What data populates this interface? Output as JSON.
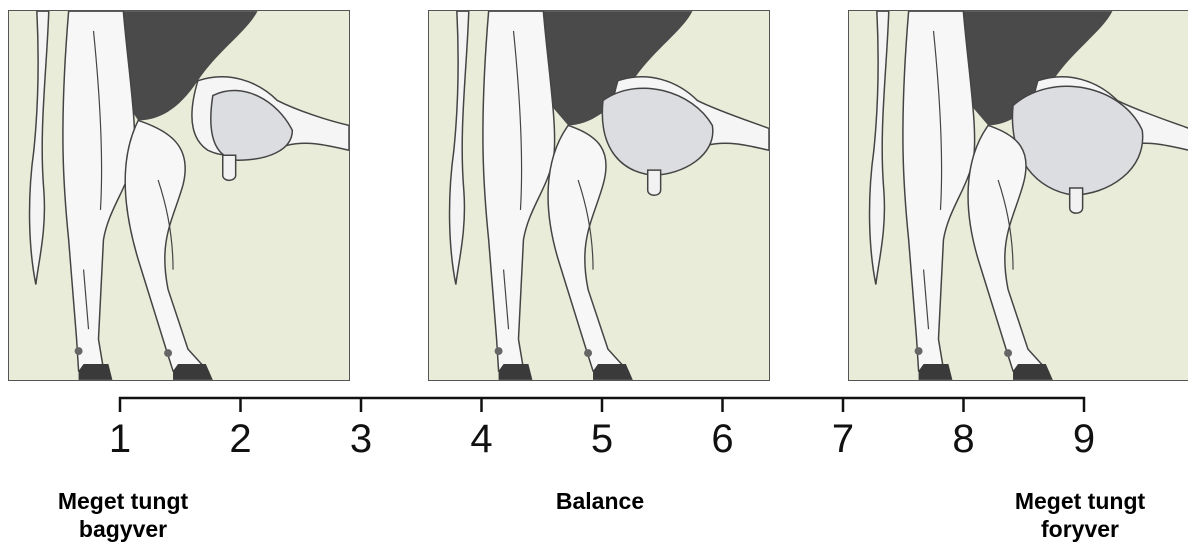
{
  "scale": {
    "ticks": [
      "1",
      "2",
      "3",
      "4",
      "5",
      "6",
      "7",
      "8",
      "9"
    ]
  },
  "panels": [
    {
      "name": "udder-panel-1",
      "udder_depth": 0.15
    },
    {
      "name": "udder-panel-2",
      "udder_depth": 0.5
    },
    {
      "name": "udder-panel-3",
      "udder_depth": 0.85
    }
  ],
  "captions": {
    "left": {
      "line1": "Meget tungt",
      "line2": "bagyver"
    },
    "center": {
      "line1": "Balance"
    },
    "right": {
      "line1": "Meget tungt",
      "line2": "foryver"
    }
  },
  "colors": {
    "background": "#e9ecd8",
    "body_dark": "#4a4a4a",
    "leg_white": "#f7f7f7",
    "udder": "#dcdde0",
    "hoof": "#3a3a3a"
  }
}
